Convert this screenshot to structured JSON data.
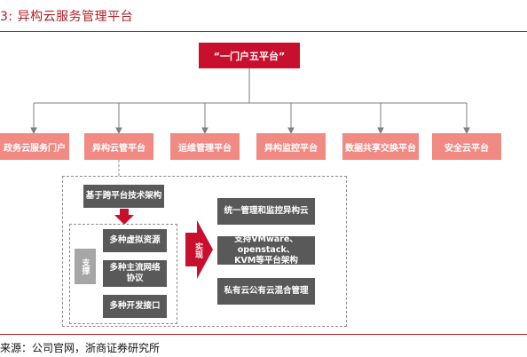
{
  "header": {
    "title": "3:  异构云服务管理平台"
  },
  "diagram": {
    "root": "“一门户五平台”",
    "platforms": [
      "政务云服务门户",
      "异构云管平台",
      "运维管理平台",
      "异构监控平台",
      "数据共享交换平台",
      "安全云平台"
    ],
    "base_arch": "基于跨平台技术架构",
    "side_label": "支撑",
    "resources": [
      "多种虚拟资源",
      "多种主流网络\n协议",
      "多种开发接口"
    ],
    "realize_label": "实现",
    "outcomes": [
      "统一管理和监控异构云",
      "支持VMware、openstack、\nKVM等平台架构",
      "私有云公有云混合管理"
    ]
  },
  "footer": {
    "source": "来源：公司官网，浙商证券研究所"
  },
  "colors": {
    "accent": "#c8102e",
    "platform": "#f08a83",
    "dark_box": "#595959",
    "side_box": "#a6a6a6"
  }
}
